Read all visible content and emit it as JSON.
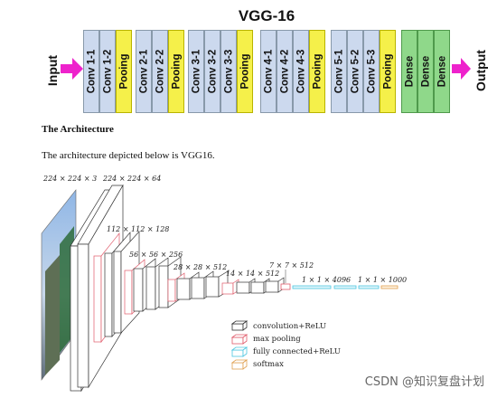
{
  "diagram": {
    "title": "VGG-16",
    "input_label": "Input",
    "output_label": "Output",
    "layers": [
      {
        "label": "Conv 1-1",
        "kind": "conv"
      },
      {
        "label": "Conv 1-2",
        "kind": "conv"
      },
      {
        "label": "Pooing",
        "kind": "pool"
      },
      {
        "label": "Conv 2-1",
        "kind": "conv"
      },
      {
        "label": "Conv 2-2",
        "kind": "conv"
      },
      {
        "label": "Pooing",
        "kind": "pool"
      },
      {
        "label": "Conv 3-1",
        "kind": "conv"
      },
      {
        "label": "Conv 3-2",
        "kind": "conv"
      },
      {
        "label": "Conv 3-3",
        "kind": "conv"
      },
      {
        "label": "Pooing",
        "kind": "pool"
      },
      {
        "label": "Conv 4-1",
        "kind": "conv"
      },
      {
        "label": "Conv 4-2",
        "kind": "conv"
      },
      {
        "label": "Conv 4-3",
        "kind": "conv"
      },
      {
        "label": "Pooing",
        "kind": "pool"
      },
      {
        "label": "Conv 5-1",
        "kind": "conv"
      },
      {
        "label": "Conv 5-2",
        "kind": "conv"
      },
      {
        "label": "Conv 5-3",
        "kind": "conv"
      },
      {
        "label": "Pooing",
        "kind": "pool"
      },
      {
        "label": "Dense",
        "kind": "dense"
      },
      {
        "label": "Dense",
        "kind": "dense"
      },
      {
        "label": "Dense",
        "kind": "dense"
      }
    ],
    "colors": {
      "conv": "#ccd9ee",
      "pool": "#f5f04a",
      "dense": "#8fd88a",
      "arrow": "#ee22cc"
    }
  },
  "article": {
    "heading": "The Architecture",
    "sentence": "The architecture depicted below is VGG16."
  },
  "architecture": {
    "dims": {
      "d1": "224 × 224 × 3",
      "d2": "224 × 224 × 64",
      "d3": "112 × 112 × 128",
      "d4": "56 × 56 × 256",
      "d5": "28 × 28 × 512",
      "d6": "14 × 14 × 512",
      "d7": "7 × 7 × 512",
      "d8": "1 × 1 × 4096",
      "d9": "1 × 1 × 1000"
    },
    "legend": {
      "conv": "convolution+ReLU",
      "pool": "max pooling",
      "fc": "fully connected+ReLU",
      "softmax": "softmax"
    },
    "colors": {
      "conv": "#333333",
      "pool": "#e05a6a",
      "fc": "#4cc6e0",
      "softmax": "#e0a050"
    }
  },
  "watermark": "CSDN @知识复盘计划"
}
